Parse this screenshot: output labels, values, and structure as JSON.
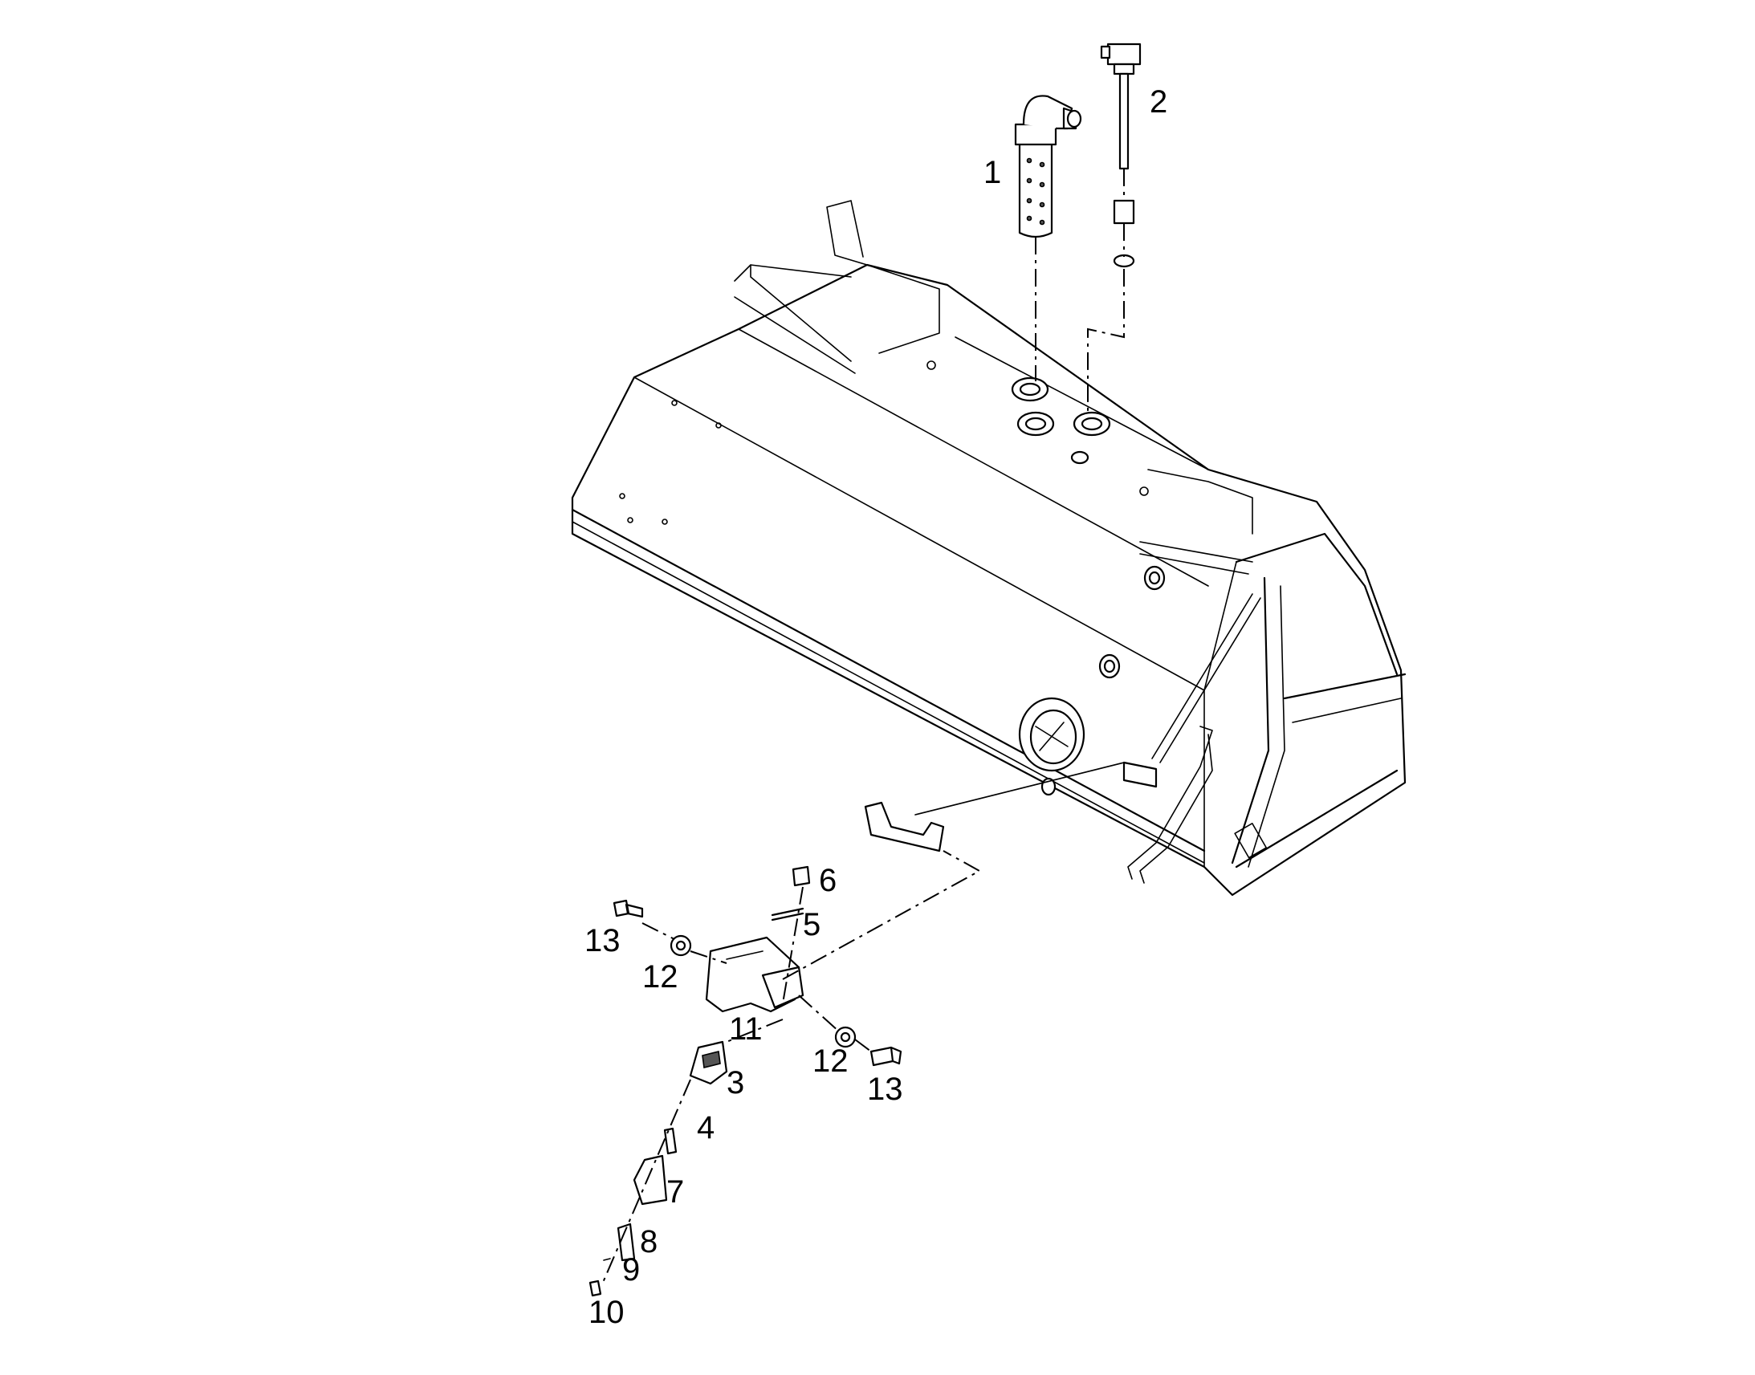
{
  "callouts": {
    "c1": "1",
    "c2": "2",
    "c3": "3",
    "c4": "4",
    "c5": "5",
    "c6": "6",
    "c7": "7",
    "c8": "8",
    "c9": "9",
    "c10": "10",
    "c11": "11",
    "c12a": "12",
    "c12b": "12",
    "c13a": "13",
    "c13b": "13"
  },
  "colors": {
    "stroke": "#000000",
    "background": "#ffffff"
  }
}
